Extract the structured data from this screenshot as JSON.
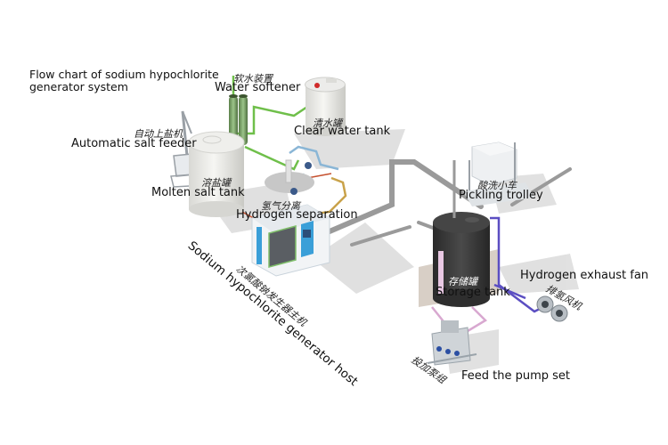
{
  "title": {
    "line1": "Flow chart of sodium hypochlorite",
    "line2": "generator system"
  },
  "components": {
    "water_softener": {
      "cn": "软水装置",
      "en": "Water softener"
    },
    "clear_water_tank": {
      "cn": "清水罐",
      "en": "Clear water tank"
    },
    "automatic_salt_feeder": {
      "cn": "自动上盐机",
      "en": "Automatic salt feeder"
    },
    "molten_salt_tank": {
      "cn": "溶盐罐",
      "en": "Molten salt tank"
    },
    "hydrogen_separation": {
      "cn": "氢气分离",
      "en": "Hydrogen separation"
    },
    "pickling_trolley": {
      "cn": "酸洗小车",
      "en": "Pickling trolley"
    },
    "generator_host": {
      "cn": "次氯酸钠发生器主机",
      "en": "Sodium hypochlorite generator host"
    },
    "storage_tank": {
      "cn": "存储罐",
      "en": "Storage tank"
    },
    "hydrogen_exhaust_fan": {
      "cn": "排氢风机",
      "en": "Hydrogen exhaust fan"
    },
    "feed_pump_set": {
      "cn": "投加泵组",
      "en": "Feed the pump set"
    }
  },
  "colors": {
    "water_pipe": "#6fbf4a",
    "brine_pipe": "#8ab6d6",
    "hydrogen_pipe": "#c9a24a",
    "product_pipe": "#5b4ec2",
    "grey_pipe": "#9a9a9a",
    "tank_white": "#eeeeea",
    "storage_dark": "#3a3a3a",
    "host_blue": "#3a9fd8"
  }
}
